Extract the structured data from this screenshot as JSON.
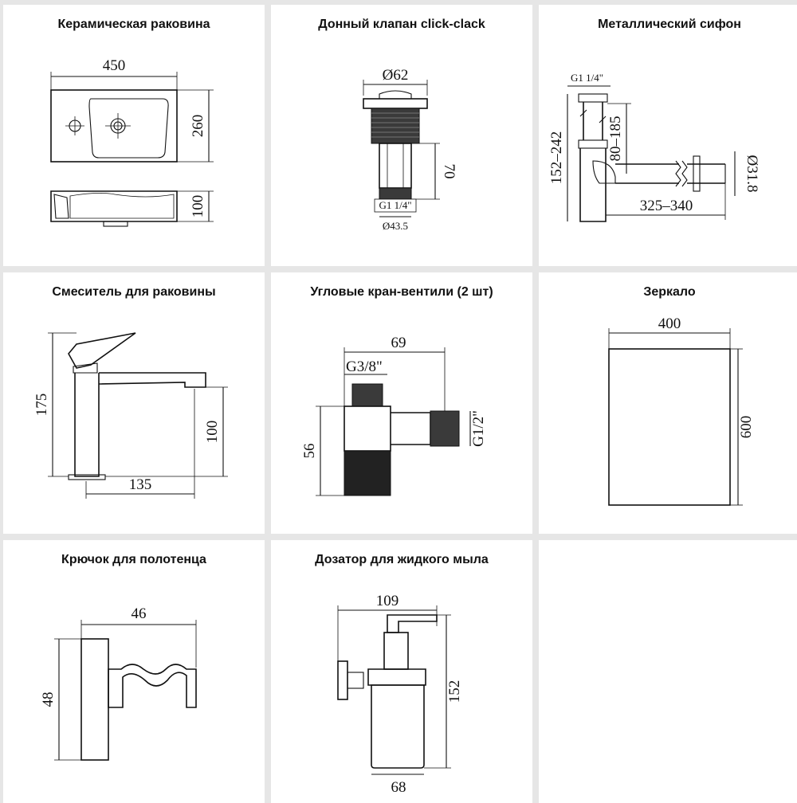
{
  "products": [
    {
      "title": "Керамическая раковина",
      "dims": {
        "width": "450",
        "height": "260",
        "depth": "100"
      }
    },
    {
      "title": "Донный клапан click-clack",
      "dims": {
        "diameter_top": "Ø62",
        "height": "70",
        "thread": "G1 1/4\"",
        "diameter_bottom": "Ø43.5"
      }
    },
    {
      "title": "Металлический сифон",
      "dims": {
        "thread": "G1 1/4\"",
        "height_range": "152–242",
        "inner_range": "80–185",
        "length_range": "325–340",
        "outlet_diameter": "Ø31.8"
      }
    },
    {
      "title": "Смеситель для раковины",
      "dims": {
        "height": "175",
        "spout_height": "100",
        "spout_length": "135"
      }
    },
    {
      "title": "Угловые кран-вентили (2 шт)",
      "dims": {
        "length": "69",
        "thread_in": "G3/8\"",
        "height": "56",
        "thread_out": "G1/2\""
      }
    },
    {
      "title": "Зеркало",
      "dims": {
        "width": "400",
        "height": "600"
      }
    },
    {
      "title": "Крючок для полотенца",
      "dims": {
        "width": "46",
        "height": "48"
      }
    },
    {
      "title": "Дозатор для жидкого мыла",
      "dims": {
        "width": "109",
        "height": "152",
        "base_width": "68"
      }
    }
  ]
}
